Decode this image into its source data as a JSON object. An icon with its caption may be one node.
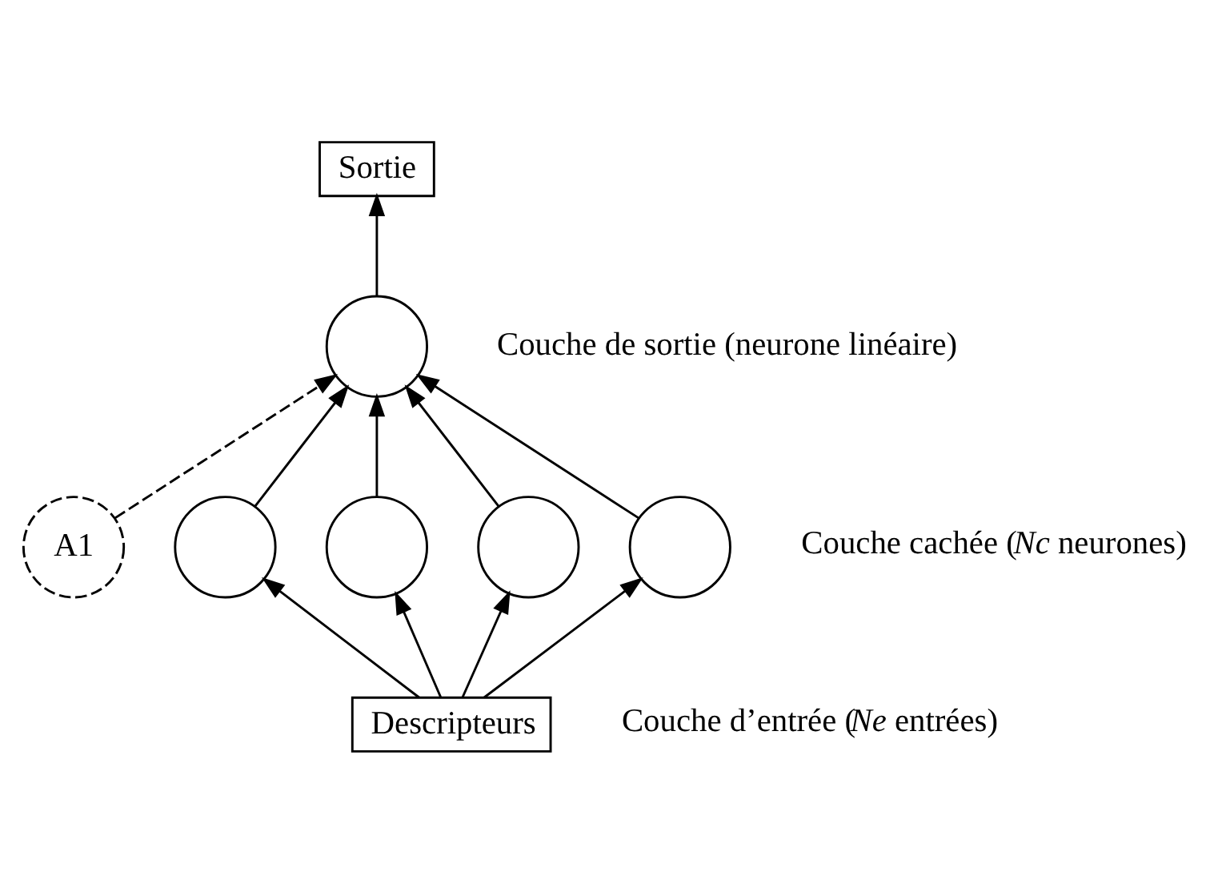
{
  "diagram": {
    "nodes": [
      {
        "text": [
          "Sortie"
        ]
      },
      {
        "text": [],
        "shape": "circle"
      },
      {
        "text": [
          "A1"
        ]
      },
      {
        "text": [],
        "shape": "circle"
      },
      {
        "text": [],
        "shape": "circle"
      },
      {
        "text": [],
        "shape": "circle"
      },
      {
        "text": [],
        "shape": "circle"
      },
      {
        "text": [
          "Descripteurs"
        ]
      }
    ],
    "edges": [
      {
        "from": 1,
        "to": 0,
        "arrow": "to"
      },
      {
        "from": 2,
        "to": 1,
        "arrow": "to",
        "style": "dashed"
      },
      {
        "from": 3,
        "to": 1,
        "arrow": "to"
      },
      {
        "from": 4,
        "to": 1,
        "arrow": "to"
      },
      {
        "from": 5,
        "to": 1,
        "arrow": "to"
      },
      {
        "from": 6,
        "to": 1,
        "arrow": "to"
      },
      {
        "from": 7,
        "to": 3,
        "arrow": "to"
      },
      {
        "from": 7,
        "to": 4,
        "arrow": "to"
      },
      {
        "from": 7,
        "to": 5,
        "arrow": "to"
      },
      {
        "from": 7,
        "to": 6,
        "arrow": "to"
      }
    ],
    "labels": [
      "Couche de sortie (neurone linéaire)",
      "Couche cachée (*Nc* neurones)",
      "Couche d’entrée (*Ne* entrées)"
    ]
  }
}
